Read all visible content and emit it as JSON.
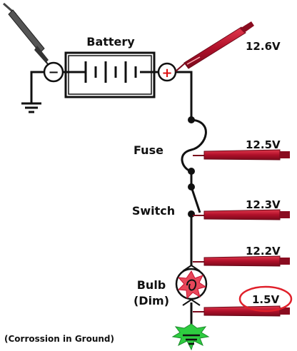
{
  "labels": {
    "battery": "Battery",
    "fuse": "Fuse",
    "switch": "Switch",
    "bulb": "Bulb",
    "bulb_state": "(Dim)",
    "corrosion": "(Corrossion in Ground)"
  },
  "terminals": {
    "negative": "−",
    "positive": "+"
  },
  "readings": [
    {
      "id": "battery-positive",
      "value": "12.6V"
    },
    {
      "id": "after-fuse",
      "value": "12.5V"
    },
    {
      "id": "after-switch",
      "value": "12.3V"
    },
    {
      "id": "before-bulb",
      "value": "12.2V"
    },
    {
      "id": "after-bulb",
      "value": "1.5V",
      "highlighted": true
    }
  ],
  "colors": {
    "probe_red": "#c8102e",
    "probe_black": "#333333",
    "highlight": "#e0202a",
    "ground_green": "#2ecc40",
    "bulb_fill": "#e8475a"
  }
}
